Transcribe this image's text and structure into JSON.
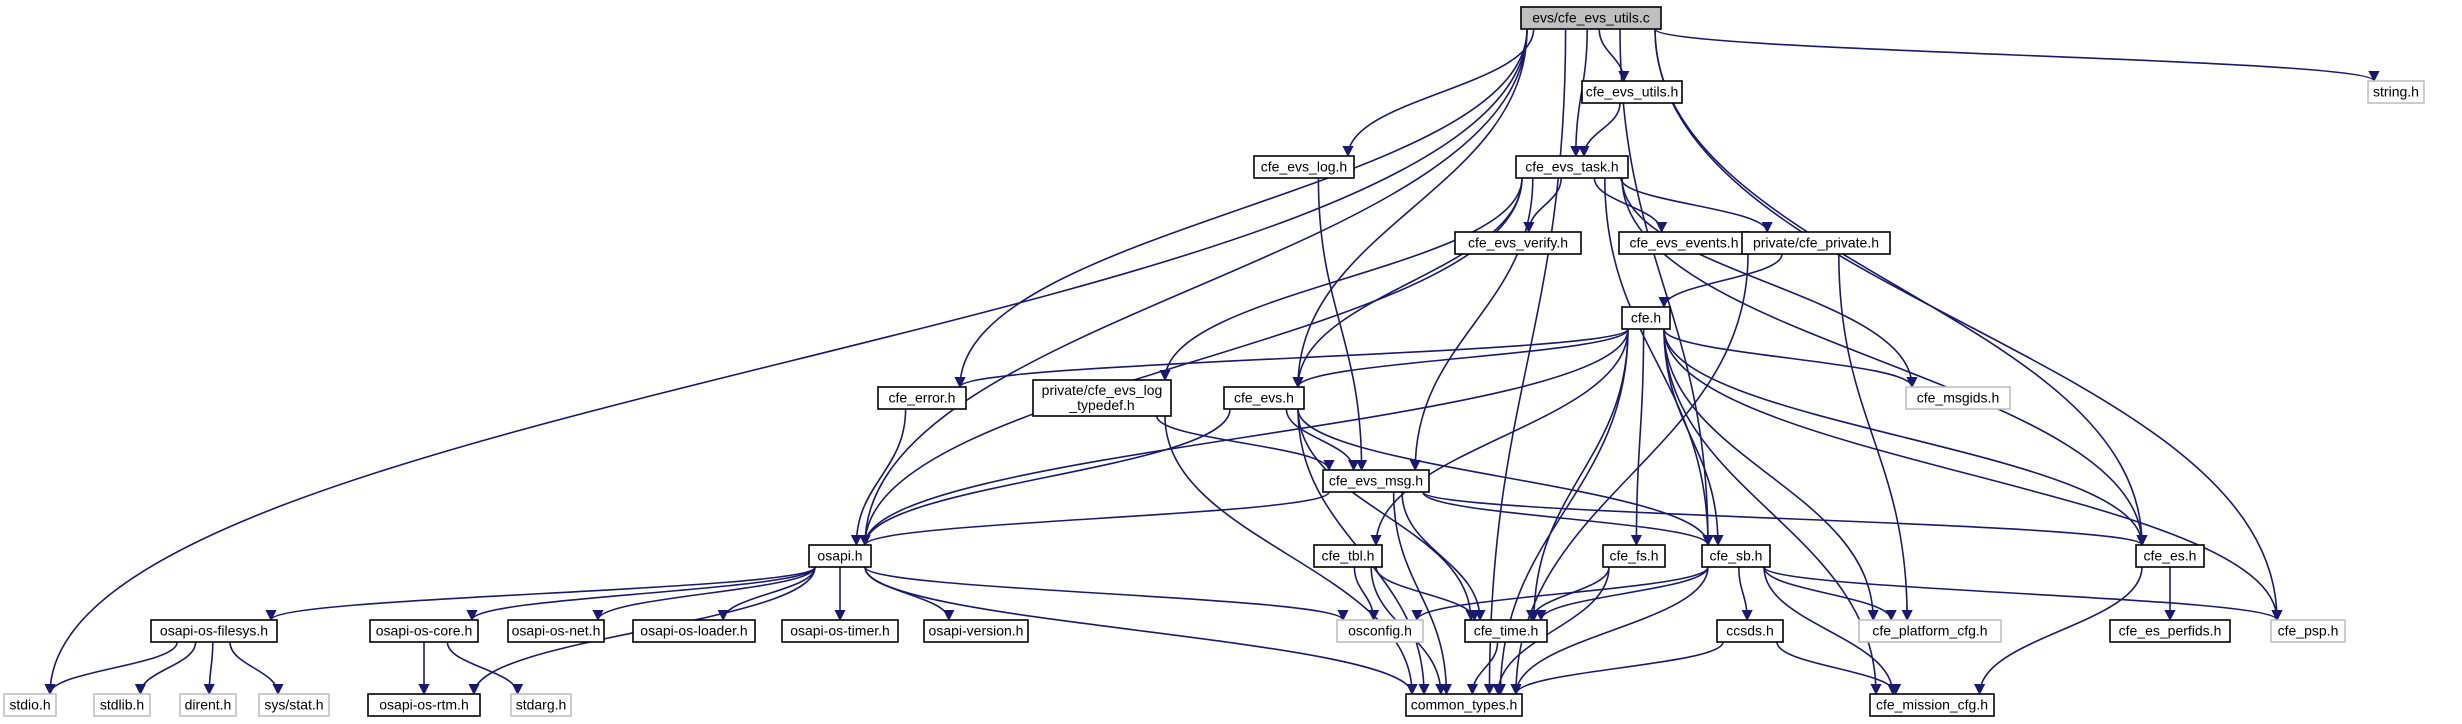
{
  "graph": {
    "colors": {
      "edge": "#191970",
      "root_fill": "#bfbfbf",
      "local_border": "#000000",
      "system_border": "#bfbfbf"
    },
    "nodes": [
      {
        "id": "root",
        "label": [
          "evs/cfe_evs_utils.c"
        ],
        "kind": "root"
      },
      {
        "id": "string",
        "label": [
          "string.h"
        ],
        "kind": "system"
      },
      {
        "id": "evs_utils",
        "label": [
          "cfe_evs_utils.h"
        ],
        "kind": "local"
      },
      {
        "id": "evs_log",
        "label": [
          "cfe_evs_log.h"
        ],
        "kind": "local"
      },
      {
        "id": "evs_task",
        "label": [
          "cfe_evs_task.h"
        ],
        "kind": "local"
      },
      {
        "id": "evs_verify",
        "label": [
          "cfe_evs_verify.h"
        ],
        "kind": "local"
      },
      {
        "id": "evs_events",
        "label": [
          "cfe_evs_events.h"
        ],
        "kind": "local"
      },
      {
        "id": "cfe_private",
        "label": [
          "private/cfe_private.h"
        ],
        "kind": "local"
      },
      {
        "id": "cfe",
        "label": [
          "cfe.h"
        ],
        "kind": "local"
      },
      {
        "id": "cfe_error",
        "label": [
          "cfe_error.h"
        ],
        "kind": "local"
      },
      {
        "id": "log_typedef",
        "label": [
          "private/cfe_evs_log",
          "_typedef.h"
        ],
        "kind": "local"
      },
      {
        "id": "evs",
        "label": [
          "cfe_evs.h"
        ],
        "kind": "local"
      },
      {
        "id": "msgids",
        "label": [
          "cfe_msgids.h"
        ],
        "kind": "system"
      },
      {
        "id": "evs_msg",
        "label": [
          "cfe_evs_msg.h"
        ],
        "kind": "local"
      },
      {
        "id": "osapi",
        "label": [
          "osapi.h"
        ],
        "kind": "local"
      },
      {
        "id": "tbl",
        "label": [
          "cfe_tbl.h"
        ],
        "kind": "local"
      },
      {
        "id": "fs",
        "label": [
          "cfe_fs.h"
        ],
        "kind": "local"
      },
      {
        "id": "sb",
        "label": [
          "cfe_sb.h"
        ],
        "kind": "local"
      },
      {
        "id": "es",
        "label": [
          "cfe_es.h"
        ],
        "kind": "local"
      },
      {
        "id": "filesys",
        "label": [
          "osapi-os-filesys.h"
        ],
        "kind": "local"
      },
      {
        "id": "core",
        "label": [
          "osapi-os-core.h"
        ],
        "kind": "local"
      },
      {
        "id": "net",
        "label": [
          "osapi-os-net.h"
        ],
        "kind": "local"
      },
      {
        "id": "loader",
        "label": [
          "osapi-os-loader.h"
        ],
        "kind": "local"
      },
      {
        "id": "timer",
        "label": [
          "osapi-os-timer.h"
        ],
        "kind": "local"
      },
      {
        "id": "version",
        "label": [
          "osapi-version.h"
        ],
        "kind": "local"
      },
      {
        "id": "osconfig",
        "label": [
          "osconfig.h"
        ],
        "kind": "system"
      },
      {
        "id": "time",
        "label": [
          "cfe_time.h"
        ],
        "kind": "local"
      },
      {
        "id": "ccsds",
        "label": [
          "ccsds.h"
        ],
        "kind": "local"
      },
      {
        "id": "platform_cfg",
        "label": [
          "cfe_platform_cfg.h"
        ],
        "kind": "system"
      },
      {
        "id": "es_perfids",
        "label": [
          "cfe_es_perfids.h"
        ],
        "kind": "local"
      },
      {
        "id": "psp",
        "label": [
          "cfe_psp.h"
        ],
        "kind": "system"
      },
      {
        "id": "stdio",
        "label": [
          "stdio.h"
        ],
        "kind": "system"
      },
      {
        "id": "stdlib",
        "label": [
          "stdlib.h"
        ],
        "kind": "system"
      },
      {
        "id": "dirent",
        "label": [
          "dirent.h"
        ],
        "kind": "system"
      },
      {
        "id": "sysstat",
        "label": [
          "sys/stat.h"
        ],
        "kind": "system"
      },
      {
        "id": "rtm",
        "label": [
          "osapi-os-rtm.h"
        ],
        "kind": "local"
      },
      {
        "id": "stdarg",
        "label": [
          "stdarg.h"
        ],
        "kind": "system"
      },
      {
        "id": "common_types",
        "label": [
          "common_types.h"
        ],
        "kind": "local"
      },
      {
        "id": "mission_cfg",
        "label": [
          "cfe_mission_cfg.h"
        ],
        "kind": "local"
      }
    ],
    "edges": [
      [
        "root",
        "string"
      ],
      [
        "root",
        "evs_utils"
      ],
      [
        "root",
        "evs_log"
      ],
      [
        "root",
        "evs_task"
      ],
      [
        "root",
        "cfe_error"
      ],
      [
        "root",
        "evs"
      ],
      [
        "root",
        "osapi"
      ],
      [
        "root",
        "stdio"
      ],
      [
        "root",
        "sb"
      ],
      [
        "root",
        "es"
      ],
      [
        "root",
        "psp"
      ],
      [
        "root",
        "common_types"
      ],
      [
        "evs_utils",
        "evs_task"
      ],
      [
        "evs_log",
        "evs_msg"
      ],
      [
        "evs_task",
        "evs_verify"
      ],
      [
        "evs_task",
        "evs_events"
      ],
      [
        "evs_task",
        "cfe_private"
      ],
      [
        "evs_task",
        "log_typedef"
      ],
      [
        "evs_task",
        "evs"
      ],
      [
        "evs_task",
        "evs_msg"
      ],
      [
        "evs_task",
        "osapi"
      ],
      [
        "evs_task",
        "msgids"
      ],
      [
        "evs_task",
        "sb"
      ],
      [
        "evs_task",
        "es"
      ],
      [
        "cfe_private",
        "cfe"
      ],
      [
        "cfe_private",
        "common_types"
      ],
      [
        "cfe_private",
        "platform_cfg"
      ],
      [
        "cfe",
        "cfe_error"
      ],
      [
        "cfe",
        "evs"
      ],
      [
        "cfe",
        "msgids"
      ],
      [
        "cfe",
        "osapi"
      ],
      [
        "cfe",
        "tbl"
      ],
      [
        "cfe",
        "time"
      ],
      [
        "cfe",
        "fs"
      ],
      [
        "cfe",
        "sb"
      ],
      [
        "cfe",
        "es"
      ],
      [
        "cfe",
        "psp"
      ],
      [
        "cfe",
        "platform_cfg"
      ],
      [
        "cfe",
        "mission_cfg"
      ],
      [
        "cfe",
        "common_types"
      ],
      [
        "cfe_error",
        "osapi"
      ],
      [
        "log_typedef",
        "evs_msg"
      ],
      [
        "log_typedef",
        "common_types"
      ],
      [
        "evs",
        "evs_msg"
      ],
      [
        "evs",
        "osapi"
      ],
      [
        "evs",
        "sb"
      ],
      [
        "evs",
        "time"
      ],
      [
        "evs",
        "common_types"
      ],
      [
        "evs_msg",
        "osapi"
      ],
      [
        "evs_msg",
        "sb"
      ],
      [
        "evs_msg",
        "es"
      ],
      [
        "evs_msg",
        "time"
      ],
      [
        "evs_msg",
        "common_types"
      ],
      [
        "osapi",
        "filesys"
      ],
      [
        "osapi",
        "core"
      ],
      [
        "osapi",
        "net"
      ],
      [
        "osapi",
        "loader"
      ],
      [
        "osapi",
        "timer"
      ],
      [
        "osapi",
        "version"
      ],
      [
        "osapi",
        "osconfig"
      ],
      [
        "osapi",
        "rtm"
      ],
      [
        "osapi",
        "common_types"
      ],
      [
        "tbl",
        "osconfig"
      ],
      [
        "tbl",
        "time"
      ],
      [
        "tbl",
        "common_types"
      ],
      [
        "fs",
        "time"
      ],
      [
        "fs",
        "common_types"
      ],
      [
        "sb",
        "osconfig"
      ],
      [
        "sb",
        "time"
      ],
      [
        "sb",
        "ccsds"
      ],
      [
        "sb",
        "platform_cfg"
      ],
      [
        "sb",
        "psp"
      ],
      [
        "sb",
        "mission_cfg"
      ],
      [
        "sb",
        "common_types"
      ],
      [
        "es",
        "es_perfids"
      ],
      [
        "es",
        "mission_cfg"
      ],
      [
        "filesys",
        "stdio"
      ],
      [
        "filesys",
        "stdlib"
      ],
      [
        "filesys",
        "dirent"
      ],
      [
        "filesys",
        "sysstat"
      ],
      [
        "core",
        "rtm"
      ],
      [
        "core",
        "stdarg"
      ],
      [
        "time",
        "common_types"
      ],
      [
        "ccsds",
        "common_types"
      ],
      [
        "ccsds",
        "mission_cfg"
      ]
    ]
  }
}
